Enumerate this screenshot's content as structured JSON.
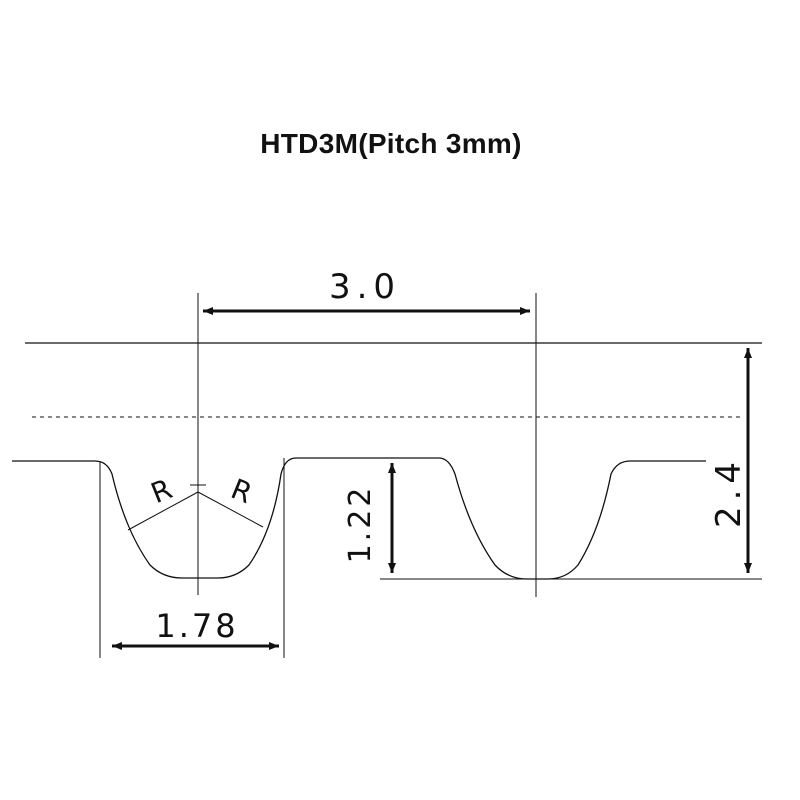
{
  "title": "HTD3M(Pitch 3mm)",
  "dimensions": {
    "pitch": "3.0",
    "total_height": "2.4",
    "tooth_height": "1.22",
    "tooth_width": "1.78",
    "radius_left": "R",
    "radius_right": "R"
  },
  "colors": {
    "line": "#111111",
    "background": "#ffffff"
  }
}
